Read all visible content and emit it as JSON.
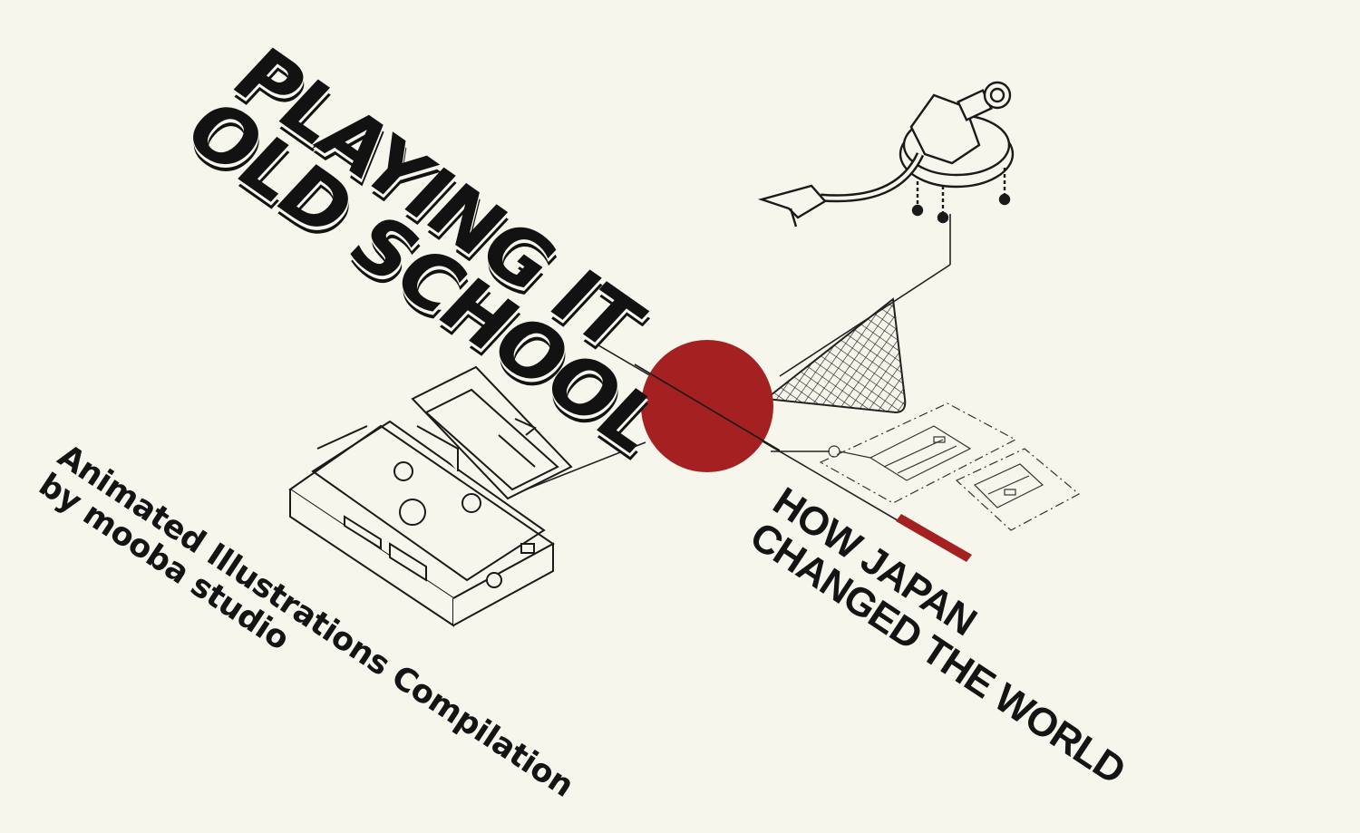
{
  "title": {
    "line1": "PLAYING IT",
    "line2": "OLD SCHOOL"
  },
  "subtitle": {
    "line1": "HOW JAPAN",
    "line2": "CHANGED THE WORLD"
  },
  "credit": {
    "line1": "Animated Illustrations Compilation",
    "line2": "by mooba studio"
  },
  "colors": {
    "background": "#f7f6ec",
    "accent_red": "#a52020",
    "ink": "#141414"
  },
  "icons": [
    "turntable-tonearm-illustration",
    "cassette-deck-illustration",
    "circuit-schematic-illustration",
    "speaker-grille-illustration",
    "red-sun-circle"
  ]
}
